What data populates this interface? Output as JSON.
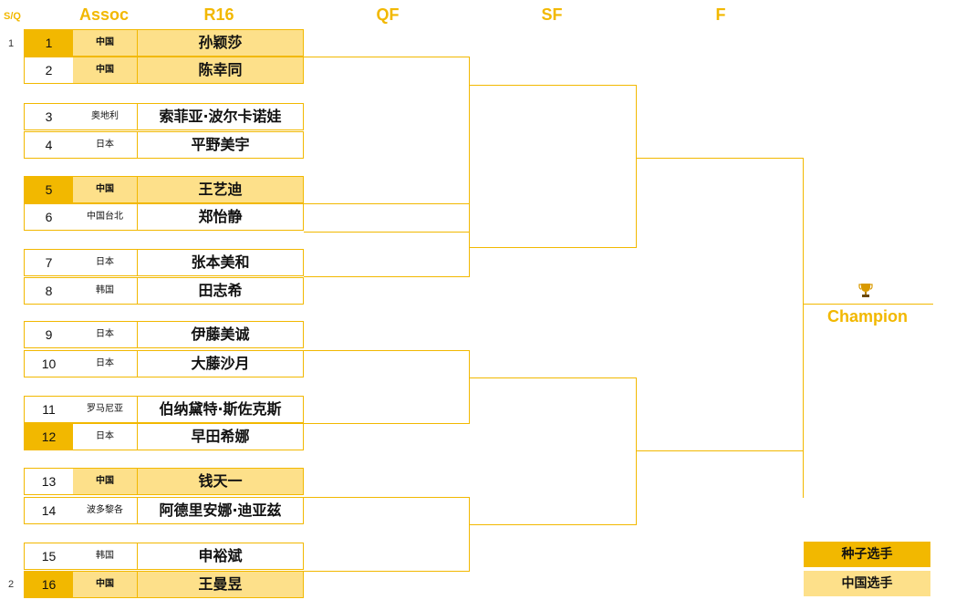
{
  "headers": {
    "sq": "S/Q",
    "assoc": "Assoc",
    "r16": "R16",
    "qf": "QF",
    "sf": "SF",
    "f": "F"
  },
  "sq_markers": [
    "1",
    "2"
  ],
  "players": [
    {
      "num": "1",
      "assoc": "中国",
      "name": "孙颖莎",
      "seed": true,
      "cn": true
    },
    {
      "num": "2",
      "assoc": "中国",
      "name": "陈幸同",
      "seed": false,
      "cn": true
    },
    {
      "num": "3",
      "assoc": "奥地利",
      "name": "索菲亚·波尔卡诺娃",
      "seed": false,
      "cn": false
    },
    {
      "num": "4",
      "assoc": "日本",
      "name": "平野美宇",
      "seed": false,
      "cn": false
    },
    {
      "num": "5",
      "assoc": "中国",
      "name": "王艺迪",
      "seed": true,
      "cn": true
    },
    {
      "num": "6",
      "assoc": "中国台北",
      "name": "郑怡静",
      "seed": false,
      "cn": false
    },
    {
      "num": "7",
      "assoc": "日本",
      "name": "张本美和",
      "seed": false,
      "cn": false
    },
    {
      "num": "8",
      "assoc": "韩国",
      "name": "田志希",
      "seed": false,
      "cn": false
    },
    {
      "num": "9",
      "assoc": "日本",
      "name": "伊藤美诚",
      "seed": false,
      "cn": false
    },
    {
      "num": "10",
      "assoc": "日本",
      "name": "大藤沙月",
      "seed": false,
      "cn": false
    },
    {
      "num": "11",
      "assoc": "罗马尼亚",
      "name": "伯纳黛特·斯佐克斯",
      "seed": false,
      "cn": false
    },
    {
      "num": "12",
      "assoc": "日本",
      "name": "早田希娜",
      "seed": true,
      "cn": false
    },
    {
      "num": "13",
      "assoc": "中国",
      "name": "钱天一",
      "seed": false,
      "cn": true
    },
    {
      "num": "14",
      "assoc": "波多黎各",
      "name": "阿德里安娜·迪亚兹",
      "seed": false,
      "cn": false
    },
    {
      "num": "15",
      "assoc": "韩国",
      "name": "申裕斌",
      "seed": false,
      "cn": false
    },
    {
      "num": "16",
      "assoc": "中国",
      "name": "王曼昱",
      "seed": true,
      "cn": true
    }
  ],
  "champion": {
    "label": "Champion",
    "icon": "trophy-icon"
  },
  "legend": {
    "seed_label": "种子选手",
    "cn_label": "中国选手"
  },
  "colors": {
    "accent": "#f2b800",
    "light": "#fde08a"
  }
}
